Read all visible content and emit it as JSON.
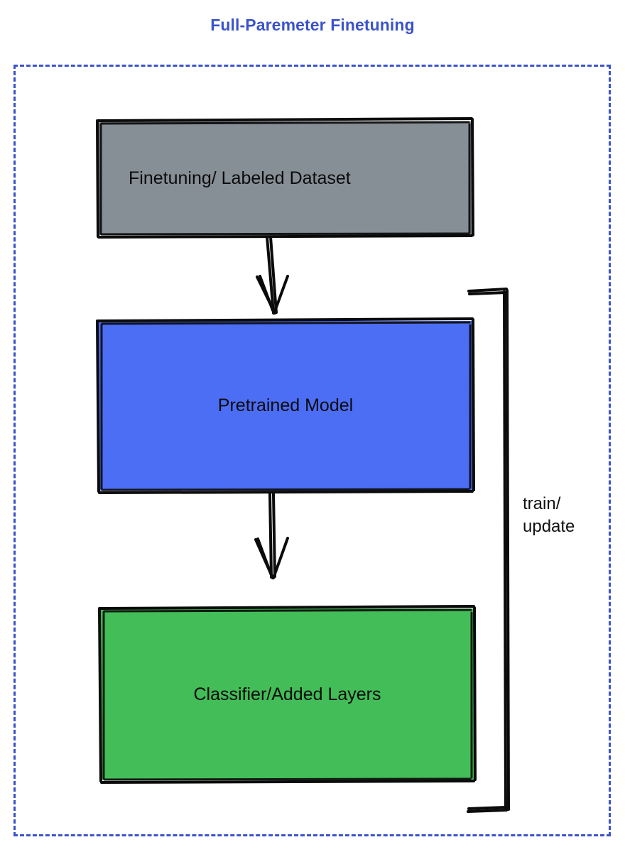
{
  "title": "Full-Paremeter Finetuning",
  "theme": {
    "title_color": "#3b53c9",
    "frame_border_color": "#3b53c9",
    "dataset_fill": "#868e96",
    "pretrained_fill": "#4c6ef5",
    "classifier_fill": "#43bd57",
    "stroke_color": "#0b0b0b",
    "background": "#ffffff"
  },
  "nodes": [
    {
      "id": "dataset",
      "label": "Finetuning/ Labeled Dataset",
      "fill": "#868e96"
    },
    {
      "id": "pretrained",
      "label": "Pretrained Model",
      "fill": "#4c6ef5"
    },
    {
      "id": "classifier",
      "label": "Classifier/Added Layers",
      "fill": "#43bd57"
    }
  ],
  "edges": [
    {
      "id": "dataset-to-pretrained",
      "from": "dataset",
      "to": "pretrained",
      "label": "",
      "style": "arrow-down"
    },
    {
      "id": "pretrained-to-classifier",
      "from": "pretrained",
      "to": "classifier",
      "label": "",
      "style": "arrow-down"
    },
    {
      "id": "feedback-loop",
      "from": "classifier",
      "to": "pretrained",
      "label_line1": "train/",
      "label_line2": "update",
      "style": "bracket-right"
    }
  ],
  "loop_label": {
    "line1": "train/",
    "line2": "update"
  },
  "frame": {
    "name": "full-parameter-finetuning-boundary",
    "border_style": "dashed"
  }
}
